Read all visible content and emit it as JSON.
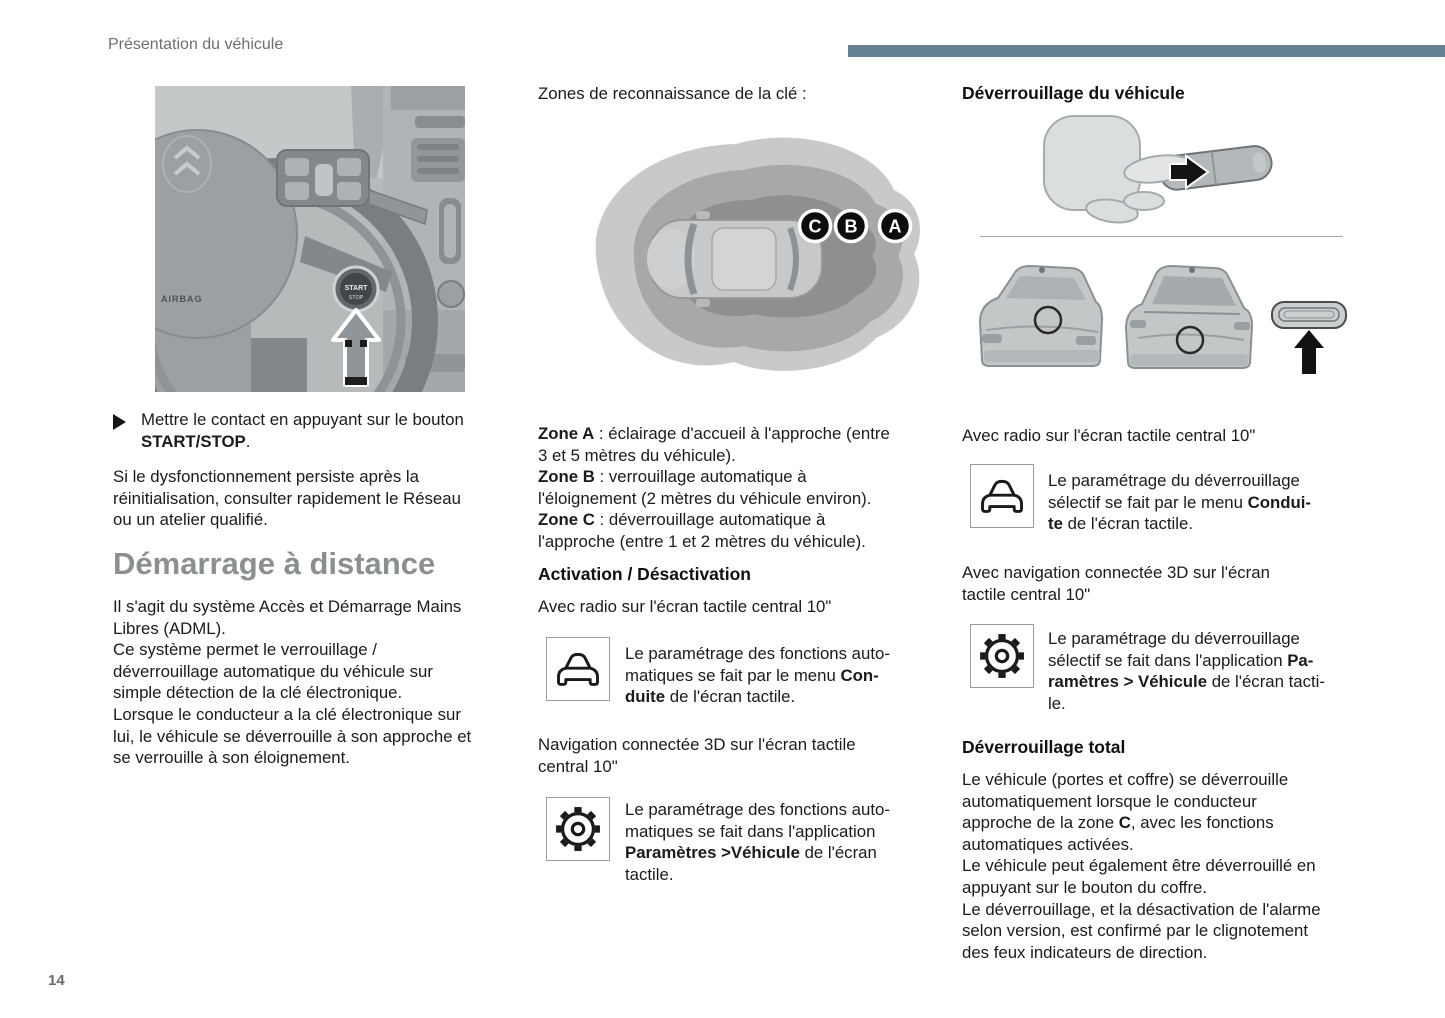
{
  "page": {
    "header": "Présentation du véhicule",
    "page_number": "14",
    "accent_color": "#647f91"
  },
  "left": {
    "image_labels": {
      "airbag": "AIRBAG",
      "button_top": "START",
      "button_bottom": "STOP"
    },
    "bullet_lines": [
      {
        "pre": "Mettre le contact en appuyant sur le bouton"
      },
      {
        "b": "START/STOP",
        "post": "."
      }
    ],
    "para1_lines": [
      {
        "pre": "Si le dysfonctionnement persiste après la"
      },
      {
        "pre": "réinitialisation, consulter rapidement le Réseau"
      },
      {
        "pre": "ou un atelier qualifié."
      }
    ],
    "heading": "Démarrage à distance",
    "para2_lines": [
      {
        "pre": "Il s'agit du système Accès et Démarrage Mains"
      },
      {
        "pre": "Libres (ADML)."
      },
      {
        "pre": "Ce système permet le verrouillage /"
      },
      {
        "pre": "déverrouillage automatique du véhicule sur"
      },
      {
        "pre": "simple détection de la clé électronique."
      },
      {
        "pre": "Lorsque le conducteur a la clé électronique sur"
      },
      {
        "pre": "lui, le véhicule se déverrouille à son approche et"
      },
      {
        "pre": "se verrouille à son éloignement."
      }
    ]
  },
  "middle": {
    "title": "Zones de reconnaissance de la clé :",
    "badges": [
      "C",
      "B",
      "A"
    ],
    "zone_lines": [
      {
        "b": "Zone A",
        "post": " : éclairage d'accueil à l'approche (entre"
      },
      {
        "pre": "3 et 5 mètres du véhicule)."
      },
      {
        "b": "Zone B",
        "post": " : verrouillage automatique à"
      },
      {
        "pre": "l'éloignement (2 mètres du véhicule environ)."
      },
      {
        "b": "Zone C",
        "post": " : déverrouillage automatique à"
      },
      {
        "pre": "l'approche (entre 1 et 2 mètres du véhicule)."
      }
    ],
    "activation_heading": "Activation / Désactivation",
    "caption_radio": "Avec radio sur l'écran tactile central 10\"",
    "car_item_lines": [
      {
        "pre": "Le paramétrage des fonctions auto-"
      },
      {
        "pre": "matiques se fait par le menu ",
        "b": "Con-"
      },
      {
        "b": "duite",
        "post": " de l'écran tactile."
      }
    ],
    "caption_nav_lines": [
      {
        "pre": "Navigation connectée 3D sur l'écran tactile"
      },
      {
        "pre": "central 10\""
      }
    ],
    "gear_item_lines": [
      {
        "pre": "Le paramétrage des fonctions auto-"
      },
      {
        "pre": "matiques se fait dans l'application"
      },
      {
        "b": "Paramètres >Véhicule",
        "post": " de l'écran"
      },
      {
        "pre": "tactile."
      }
    ]
  },
  "right": {
    "heading": "Déverrouillage du véhicule",
    "caption_radio": "Avec radio sur l'écran tactile central 10\"",
    "car_item_lines": [
      {
        "pre": "Le paramétrage du déverrouillage"
      },
      {
        "pre": "sélectif se fait par le menu ",
        "b": "Condui-"
      },
      {
        "b": "te",
        "post": " de l'écran tactile."
      }
    ],
    "caption_nav_lines": [
      {
        "pre": "Avec navigation connectée 3D sur l'écran"
      },
      {
        "pre": "tactile central 10\""
      }
    ],
    "gear_item_lines": [
      {
        "pre": "Le paramétrage du déverrouillage"
      },
      {
        "pre": "sélectif se fait dans l'application ",
        "b": "Pa-"
      },
      {
        "b": "ramètres > Véhicule",
        "post": " de l'écran tacti-"
      },
      {
        "pre": "le."
      }
    ],
    "total_heading": "Déverrouillage total",
    "total_lines": [
      {
        "pre": "Le véhicule (portes et coffre) se déverrouille"
      },
      {
        "pre": "automatiquement lorsque le conducteur"
      },
      {
        "pre": "approche de la zone ",
        "b": "C",
        "post": ", avec les fonctions"
      },
      {
        "pre": "automatiques activées."
      },
      {
        "pre": "Le véhicule peut également être déverrouillé en"
      },
      {
        "pre": "appuyant sur le bouton du coffre."
      },
      {
        "pre": "Le déverrouillage, et la désactivation de l'alarme"
      },
      {
        "pre": "selon version, est confirmé par le clignotement"
      },
      {
        "pre": "des feux indicateurs de direction."
      }
    ]
  }
}
